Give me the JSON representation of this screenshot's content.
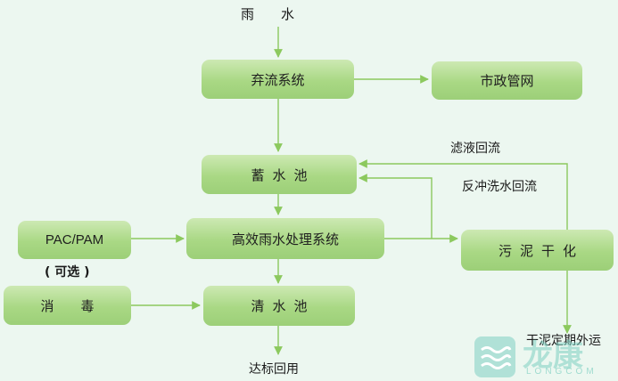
{
  "nodes": {
    "rain": "雨　　水",
    "diversion": "弃流系统",
    "municipal": "市政管网",
    "storage": "蓄水池",
    "treatment": "高效雨水处理系统",
    "pac": "PAC/PAM",
    "pac_note": "( 可选 )",
    "sludge_dry": "污泥干化",
    "disinfect": "消毒",
    "clean_pool": "清水池",
    "reuse": "达标回用",
    "sludge_out": "干泥定期外运"
  },
  "edges": {
    "filtrate": "滤液回流",
    "backwash": "反冲洗水回流"
  },
  "watermark": {
    "brand": "龙康",
    "sub": "LONGCOM"
  },
  "colors": {
    "box": "#a9d884",
    "arrow": "#8cc95e",
    "background": "#ecf7f0"
  }
}
